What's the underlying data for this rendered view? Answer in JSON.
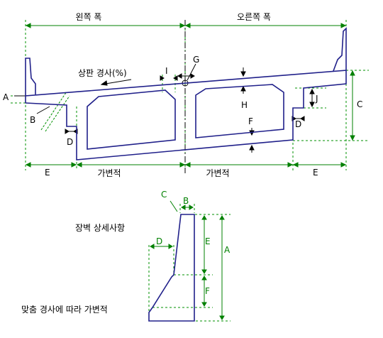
{
  "labels": {
    "left_width": "왼쪽 폭",
    "right_width": "오른쪽 폭",
    "top_slope": "상판 경사(%)",
    "variable_left": "가변적",
    "variable_right": "가변적",
    "detail_title": "장벽 상세사항",
    "detail_note": "맞춤 경사에 따라 가변적"
  },
  "dims": {
    "A": "A",
    "B": "B",
    "C": "C",
    "D": "D",
    "E": "E",
    "F": "F",
    "G": "G",
    "H": "H",
    "I": "I",
    "J": "J"
  },
  "colors": {
    "outline": "#20208a",
    "dimension": "#008000",
    "dashed": "#009000",
    "text": "#000000"
  }
}
